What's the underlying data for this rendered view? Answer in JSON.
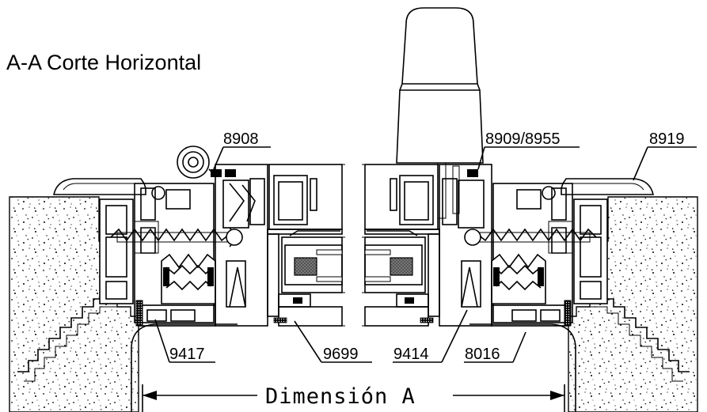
{
  "title": "A-A Corte Horizontal",
  "labels": {
    "p8908": "8908",
    "p8909": "8909/8955",
    "p8919": "8919",
    "p9417": "9417",
    "p9699": "9699",
    "p9414": "9414",
    "p8016": "8016"
  },
  "dimension": "Dimensión A"
}
